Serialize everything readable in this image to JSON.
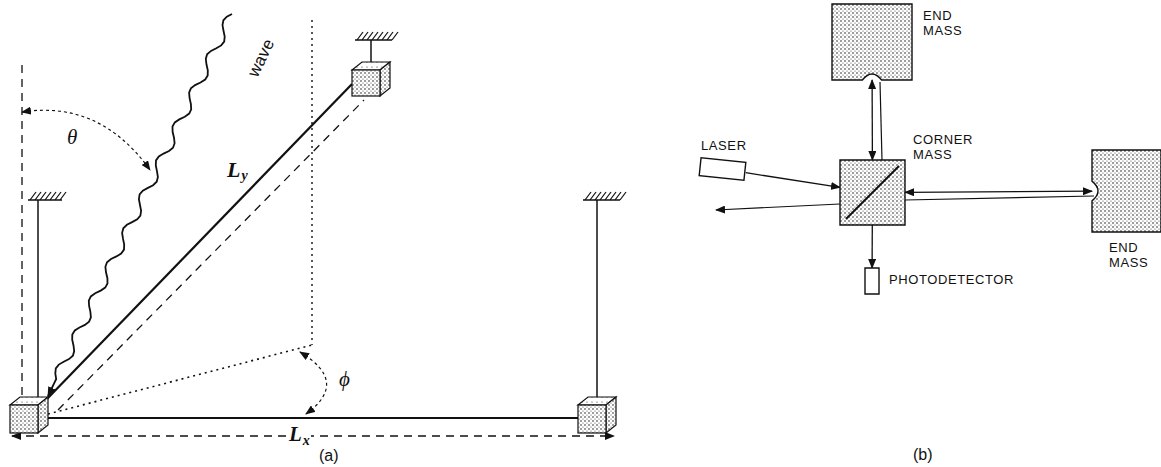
{
  "diagram": {
    "nodes": [
      {
        "text": [
          "END MASS"
        ]
      },
      {
        "text": [
          "LASER"
        ]
      },
      {
        "text": [
          "CORNER MASS"
        ]
      },
      {
        "text": [
          "END MASS"
        ]
      },
      {
        "text": [
          "PHOTODETECTOR"
        ]
      }
    ],
    "edges": [
      {
        "from": 1,
        "to": 2,
        "arrow": "to"
      },
      {
        "from": 2,
        "to": 0,
        "arrow": "both"
      },
      {
        "from": 2,
        "to": 3,
        "arrow": "both"
      },
      {
        "from": 2,
        "to": 4,
        "arrow": "to"
      }
    ],
    "labels": [
      "wave",
      "θ",
      "L",
      "y",
      "L",
      "x",
      "ϕ",
      "(a)",
      "(b)"
    ]
  }
}
